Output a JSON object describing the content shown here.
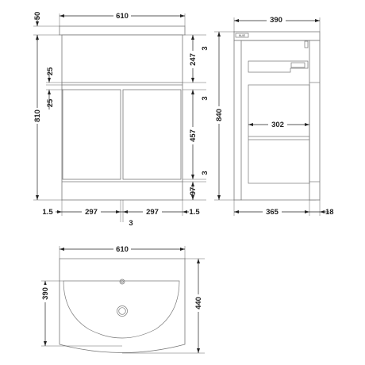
{
  "front_view": {
    "top_width": "610",
    "top_height": "50",
    "total_height": "810",
    "upper_drawer_height": "247",
    "gap_top": "3",
    "rail_height_a": "25",
    "rail_height_b": "25",
    "door_height": "457",
    "gap_bottom": "3",
    "plinth_height": "97",
    "side_margin_left": "1.5",
    "door_width_left": "297",
    "door_width_right": "297",
    "side_margin_right": "1.5",
    "door_gap": "3"
  },
  "side_view": {
    "top_depth": "390",
    "total_height": "840",
    "inner_depth": "302",
    "body_depth": "365",
    "door_thickness": "18",
    "logo_text": "NUIE"
  },
  "top_view": {
    "width": "610",
    "basin_depth": "390",
    "overall_depth": "440"
  },
  "colors": {
    "outline": "#777777",
    "dimension": "#222222",
    "background": "#ffffff"
  }
}
